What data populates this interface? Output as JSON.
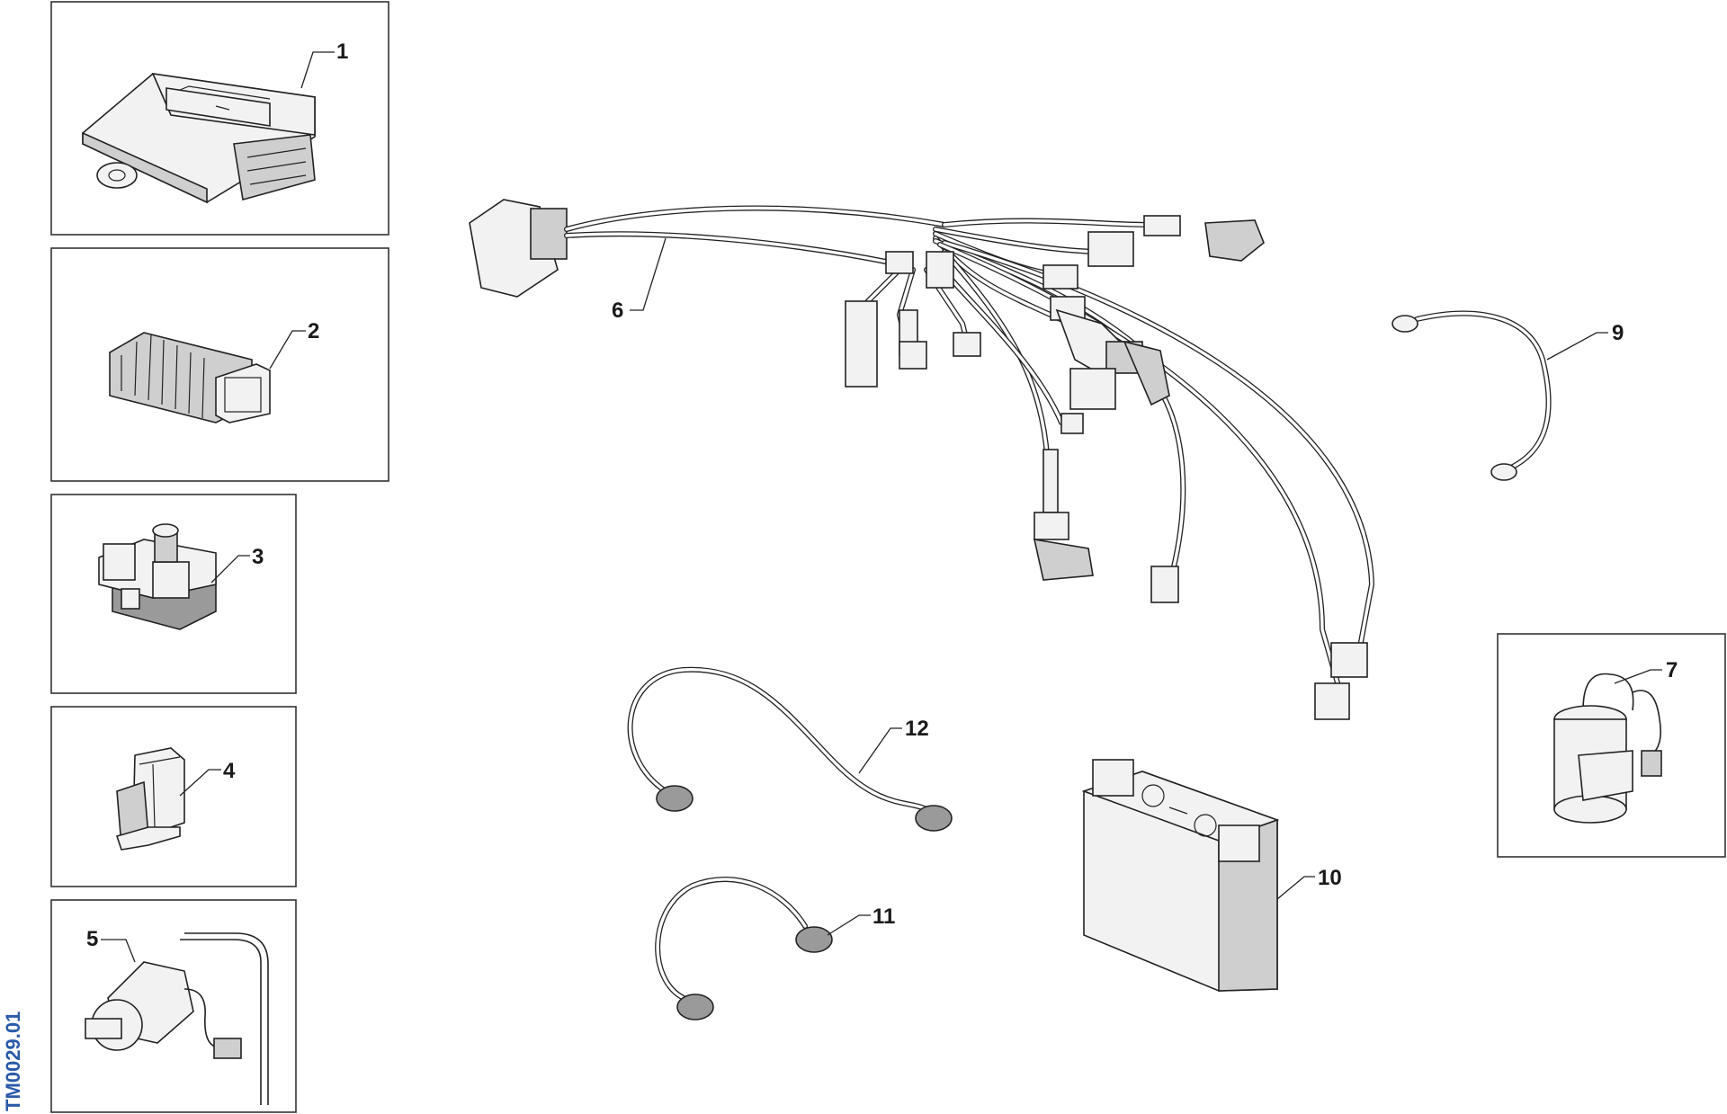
{
  "drawing": {
    "reference_code": "TM0029.01",
    "callouts": {
      "p1": "1",
      "p2": "2",
      "p3": "3",
      "p4": "4",
      "p5": "5",
      "p6": "6",
      "p7": "7",
      "p8": "9",
      "p9": "10",
      "p10": "11",
      "p11": "12"
    }
  }
}
